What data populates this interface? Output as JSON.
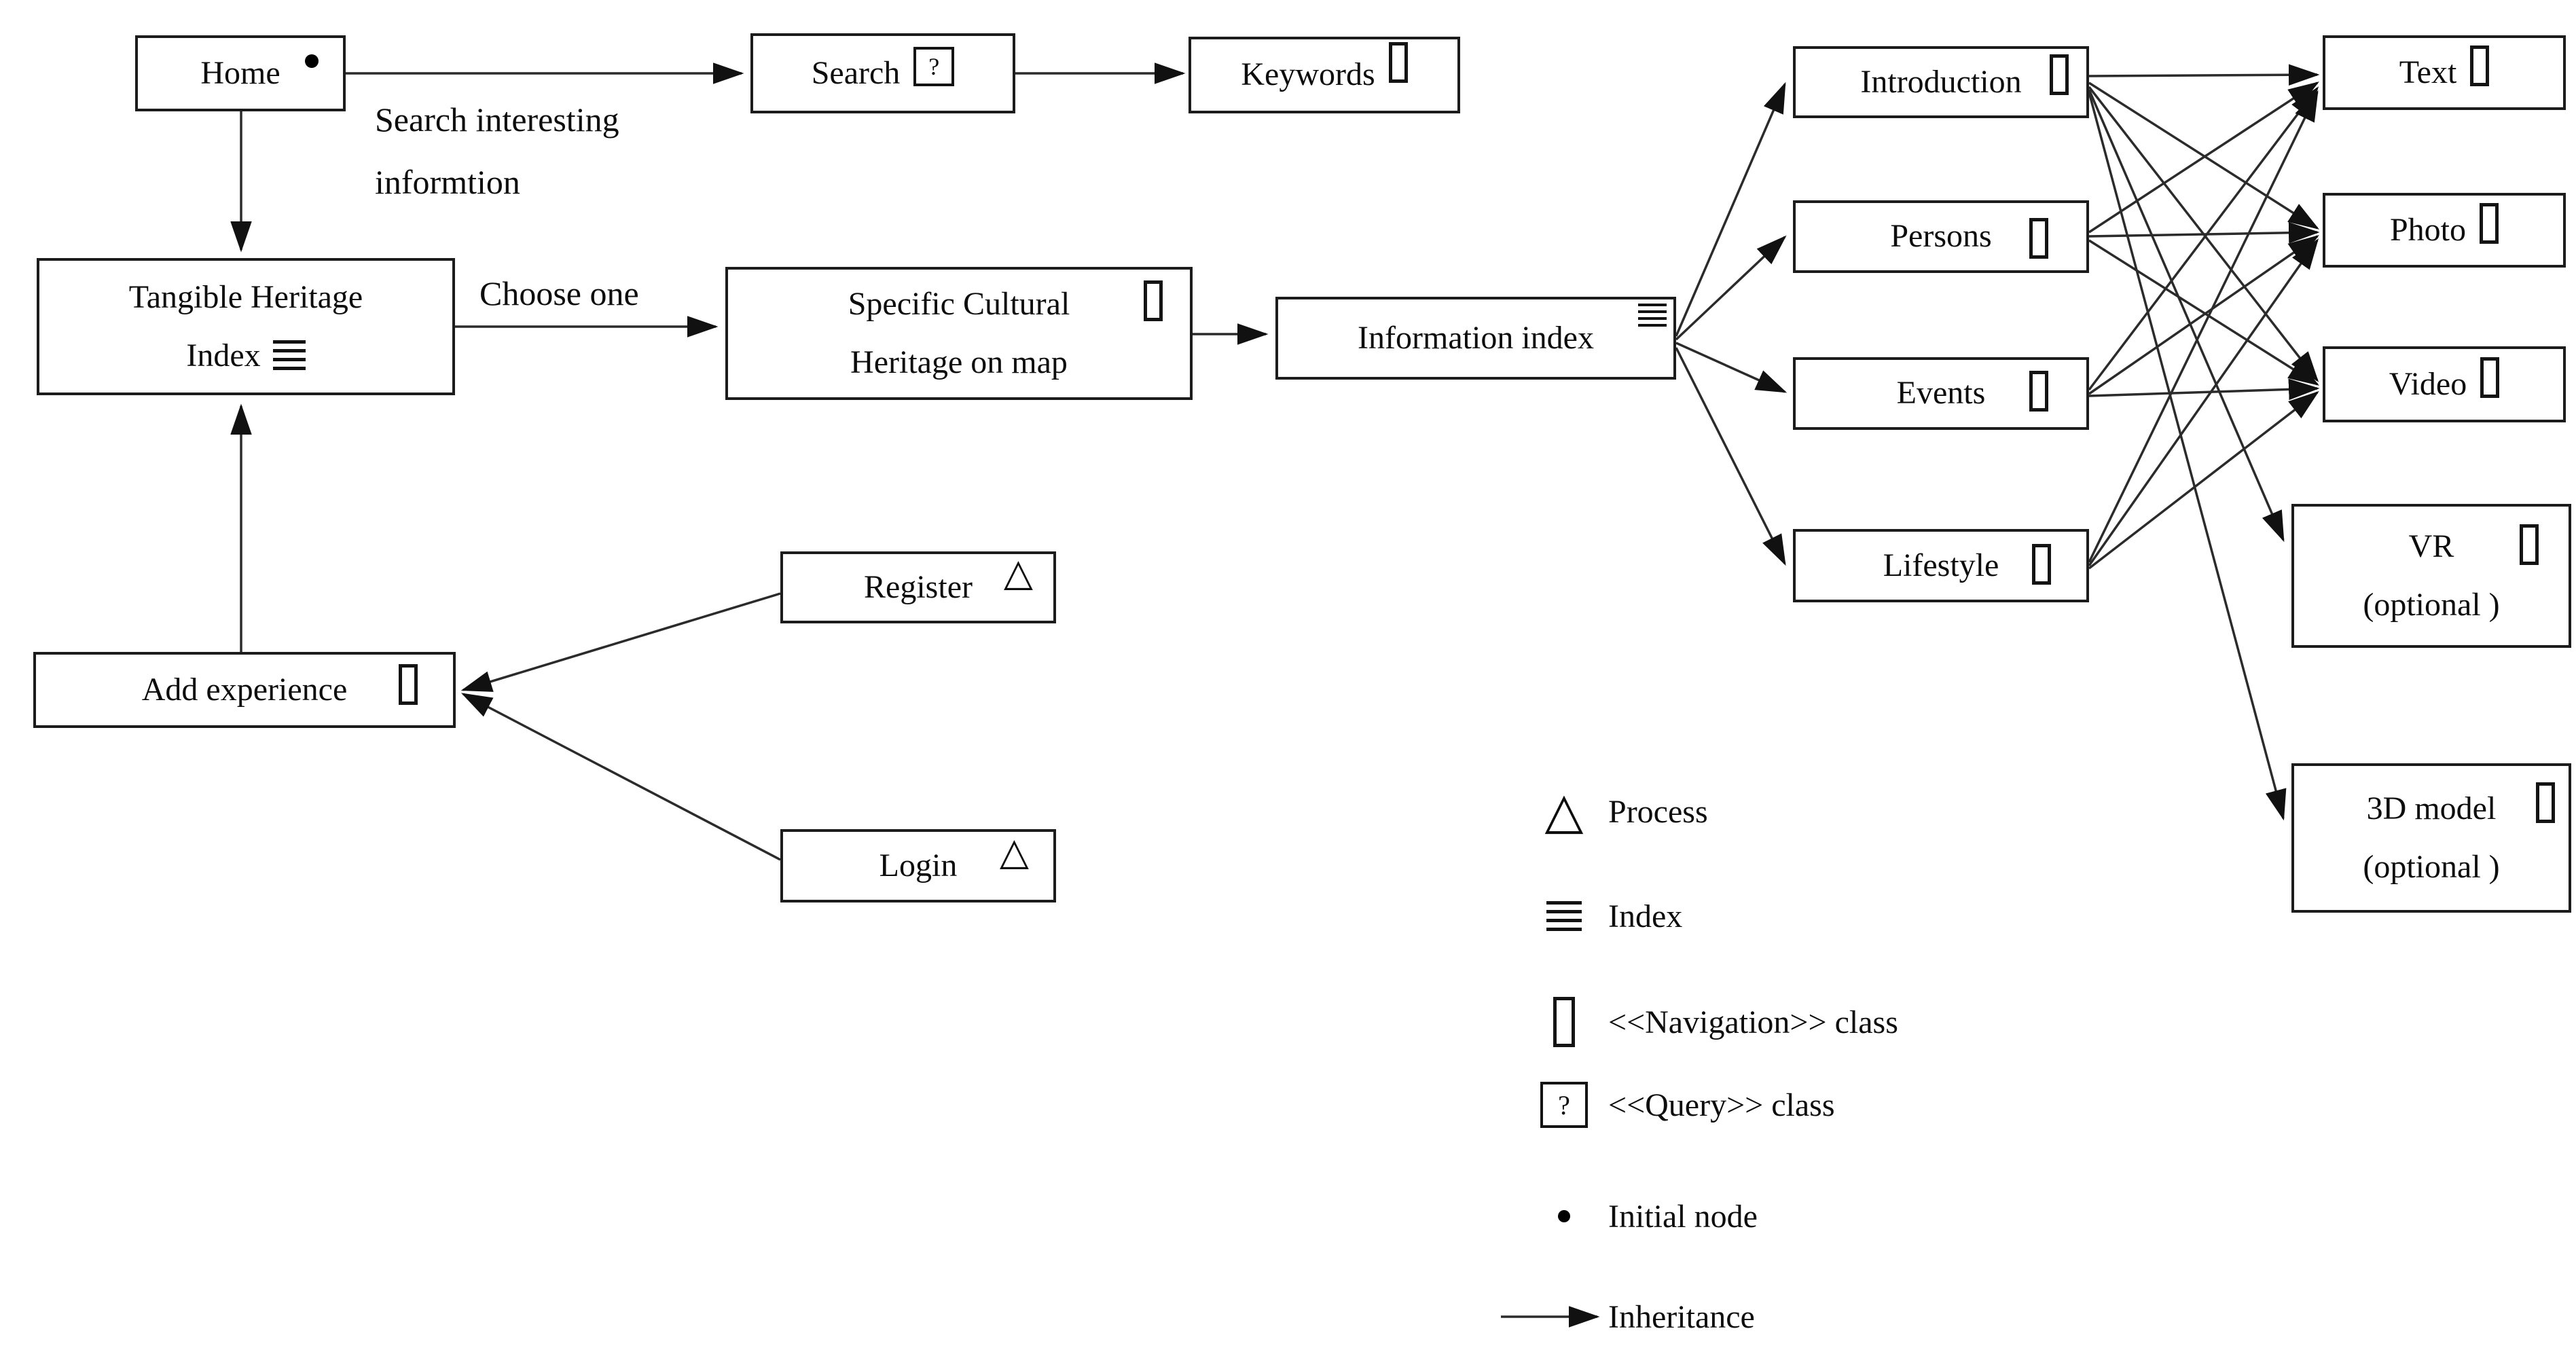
{
  "figure": {
    "type": "navigation-diagram",
    "description_text": "",
    "colors": {
      "background": "#ffffff",
      "line": "#2b2b2b",
      "box_border": "#1c1c1c",
      "text": "#0d0d0d"
    }
  },
  "diagram": {
    "nodes": {
      "home": {
        "label": "Home",
        "icon": "initial-node"
      },
      "search": {
        "label": "Search",
        "icon": "query-class"
      },
      "keywords": {
        "label": "Keywords",
        "icon": "navigation-class"
      },
      "tangible_heritage_index": {
        "label": "Tangible Heritage\nIndex",
        "icon": "index"
      },
      "specific_cultural_heritage": {
        "label": "Specific Cultural\nHeritage on map",
        "icon": "navigation-class"
      },
      "information_index": {
        "label": "Information index",
        "icon": "index"
      },
      "introduction": {
        "label": "Introduction",
        "icon": "navigation-class"
      },
      "persons": {
        "label": "Persons",
        "icon": "navigation-class"
      },
      "events": {
        "label": "Events",
        "icon": "navigation-class"
      },
      "lifestyle": {
        "label": "Lifestyle",
        "icon": "navigation-class"
      },
      "text": {
        "label": "Text",
        "icon": "navigation-class"
      },
      "photo": {
        "label": "Photo",
        "icon": "navigation-class"
      },
      "video": {
        "label": "Video",
        "icon": "navigation-class"
      },
      "vr": {
        "label": "VR",
        "label2": "(optional )",
        "icon": "navigation-class"
      },
      "model3d": {
        "label": "3D model",
        "label2": "(optional )",
        "icon": "navigation-class"
      },
      "register": {
        "label": "Register",
        "icon": "process"
      },
      "login": {
        "label": "Login",
        "icon": "process"
      },
      "add_experience": {
        "label": "Add experience",
        "icon": "navigation-class"
      }
    },
    "edge_labels": {
      "search_interesting": "Search interesting\ninformtion",
      "choose_one": "Choose one"
    },
    "edges": [
      {
        "from": "home",
        "to": "search",
        "label": "Search interesting informtion"
      },
      {
        "from": "search",
        "to": "keywords"
      },
      {
        "from": "home",
        "to": "tangible_heritage_index"
      },
      {
        "from": "tangible_heritage_index",
        "to": "specific_cultural_heritage",
        "label": "Choose one"
      },
      {
        "from": "specific_cultural_heritage",
        "to": "information_index"
      },
      {
        "from": "information_index",
        "to": "introduction"
      },
      {
        "from": "information_index",
        "to": "persons"
      },
      {
        "from": "information_index",
        "to": "events"
      },
      {
        "from": "information_index",
        "to": "lifestyle"
      },
      {
        "from": "introduction",
        "to": "text"
      },
      {
        "from": "introduction",
        "to": "photo"
      },
      {
        "from": "introduction",
        "to": "video"
      },
      {
        "from": "introduction",
        "to": "vr"
      },
      {
        "from": "introduction",
        "to": "model3d"
      },
      {
        "from": "persons",
        "to": "text"
      },
      {
        "from": "persons",
        "to": "photo"
      },
      {
        "from": "persons",
        "to": "video"
      },
      {
        "from": "events",
        "to": "text"
      },
      {
        "from": "events",
        "to": "photo"
      },
      {
        "from": "events",
        "to": "video"
      },
      {
        "from": "lifestyle",
        "to": "text"
      },
      {
        "from": "lifestyle",
        "to": "photo"
      },
      {
        "from": "lifestyle",
        "to": "video"
      },
      {
        "from": "register",
        "to": "add_experience"
      },
      {
        "from": "login",
        "to": "add_experience"
      },
      {
        "from": "add_experience",
        "to": "tangible_heritage_index"
      }
    ]
  },
  "legend": {
    "items": [
      {
        "icon": "process-triangle",
        "label": "Process"
      },
      {
        "icon": "index-lines",
        "label": "Index"
      },
      {
        "icon": "navigation-rect",
        "label": "<<Navigation>> class"
      },
      {
        "icon": "query-box",
        "label": "<<Query>> class"
      },
      {
        "icon": "initial-node-dot",
        "label": "Initial node"
      },
      {
        "icon": "inheritance-arrow",
        "label": "Inheritance"
      }
    ]
  }
}
